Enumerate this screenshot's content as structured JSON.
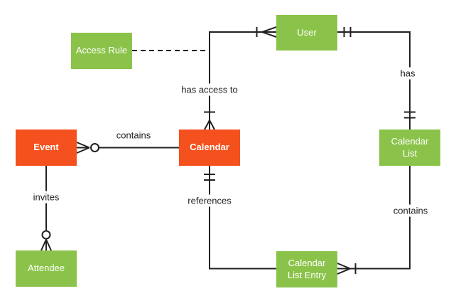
{
  "diagram_type": "entity-relationship",
  "colors": {
    "primary_entity": "#F4511E",
    "secondary_entity": "#8BC34A",
    "line": "#212121",
    "label_text": "#212121",
    "background": "#FFFFFF"
  },
  "entities": {
    "event": {
      "label": "Event",
      "style": "primary"
    },
    "calendar": {
      "label": "Calendar",
      "style": "primary"
    },
    "access_rule": {
      "label": "Access Rule",
      "style": "secondary"
    },
    "user": {
      "label": "User",
      "style": "secondary"
    },
    "calendar_list": {
      "label": "Calendar List",
      "style": "secondary"
    },
    "attendee": {
      "label": "Attendee",
      "style": "secondary"
    },
    "calendar_list_entry": {
      "label": "Calendar List Entry",
      "style": "secondary"
    }
  },
  "relationships": {
    "event_calendar": {
      "label": "contains",
      "from": "Calendar",
      "to": "Event",
      "cardinality": "zero-or-many at Event"
    },
    "calendar_user": {
      "label": "has access to",
      "from": "Calendar",
      "to": "User",
      "cardinality": "one-or-many at Calendar, one-or-many at User"
    },
    "user_calendar_list": {
      "label": "has",
      "from": "User",
      "to": "Calendar List",
      "cardinality": "exactly-one at User, exactly-one at Calendar List"
    },
    "calendar_list_entry_rel": {
      "label": "contains",
      "from": "Calendar List",
      "to": "Calendar List Entry",
      "cardinality": "one-or-many at Calendar List Entry"
    },
    "calendar_reference": {
      "label": "references",
      "from": "Calendar",
      "to": "Calendar List Entry",
      "cardinality": "exactly-one at Calendar"
    },
    "event_attendee": {
      "label": "invites",
      "from": "Event",
      "to": "Attendee",
      "cardinality": "zero-or-many at Attendee"
    },
    "access_rule_link": {
      "label": "",
      "from": "Access Rule",
      "to": "has access to relationship",
      "style": "dashed"
    }
  }
}
